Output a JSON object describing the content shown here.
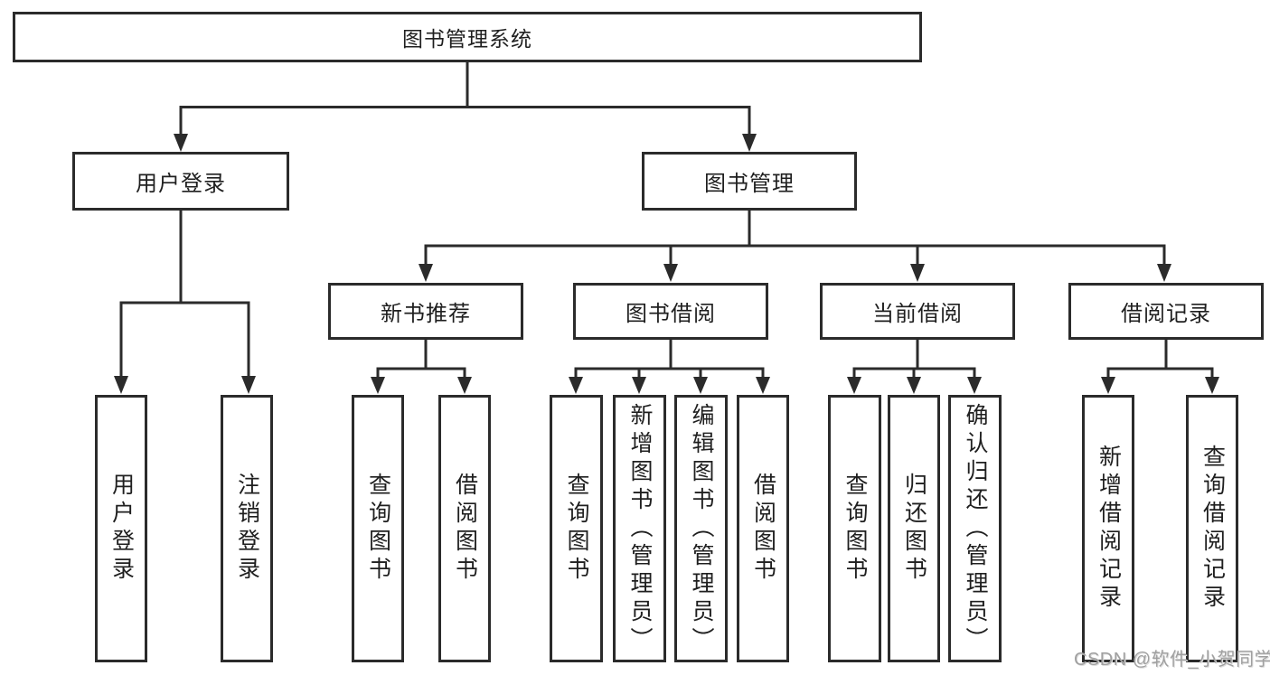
{
  "tree": {
    "root": {
      "label": "图书管理系统"
    },
    "children": [
      {
        "label": "用户登录",
        "children": [
          {
            "label": "用户登录"
          },
          {
            "label": "注销登录"
          }
        ]
      },
      {
        "label": "图书管理",
        "children": [
          {
            "label": "新书推荐",
            "children": [
              {
                "label": "查询图书"
              },
              {
                "label": "借阅图书"
              }
            ]
          },
          {
            "label": "图书借阅",
            "children": [
              {
                "label": "查询图书"
              },
              {
                "label": "新增图书（管理员）"
              },
              {
                "label": "编辑图书（管理员）"
              },
              {
                "label": "借阅图书"
              }
            ]
          },
          {
            "label": "当前借阅",
            "children": [
              {
                "label": "查询图书"
              },
              {
                "label": "归还图书"
              },
              {
                "label": "确认归还（管理员）"
              }
            ]
          },
          {
            "label": "借阅记录",
            "children": [
              {
                "label": "新增借阅记录"
              },
              {
                "label": "查询借阅记录"
              }
            ]
          }
        ]
      }
    ]
  },
  "watermark": {
    "text": "CSDN @软件_小贺同学"
  },
  "colors": {
    "line": "#2b2b2b",
    "text": "#1f1f1f",
    "background": "#ffffff",
    "watermark": "#a0a0a0"
  }
}
